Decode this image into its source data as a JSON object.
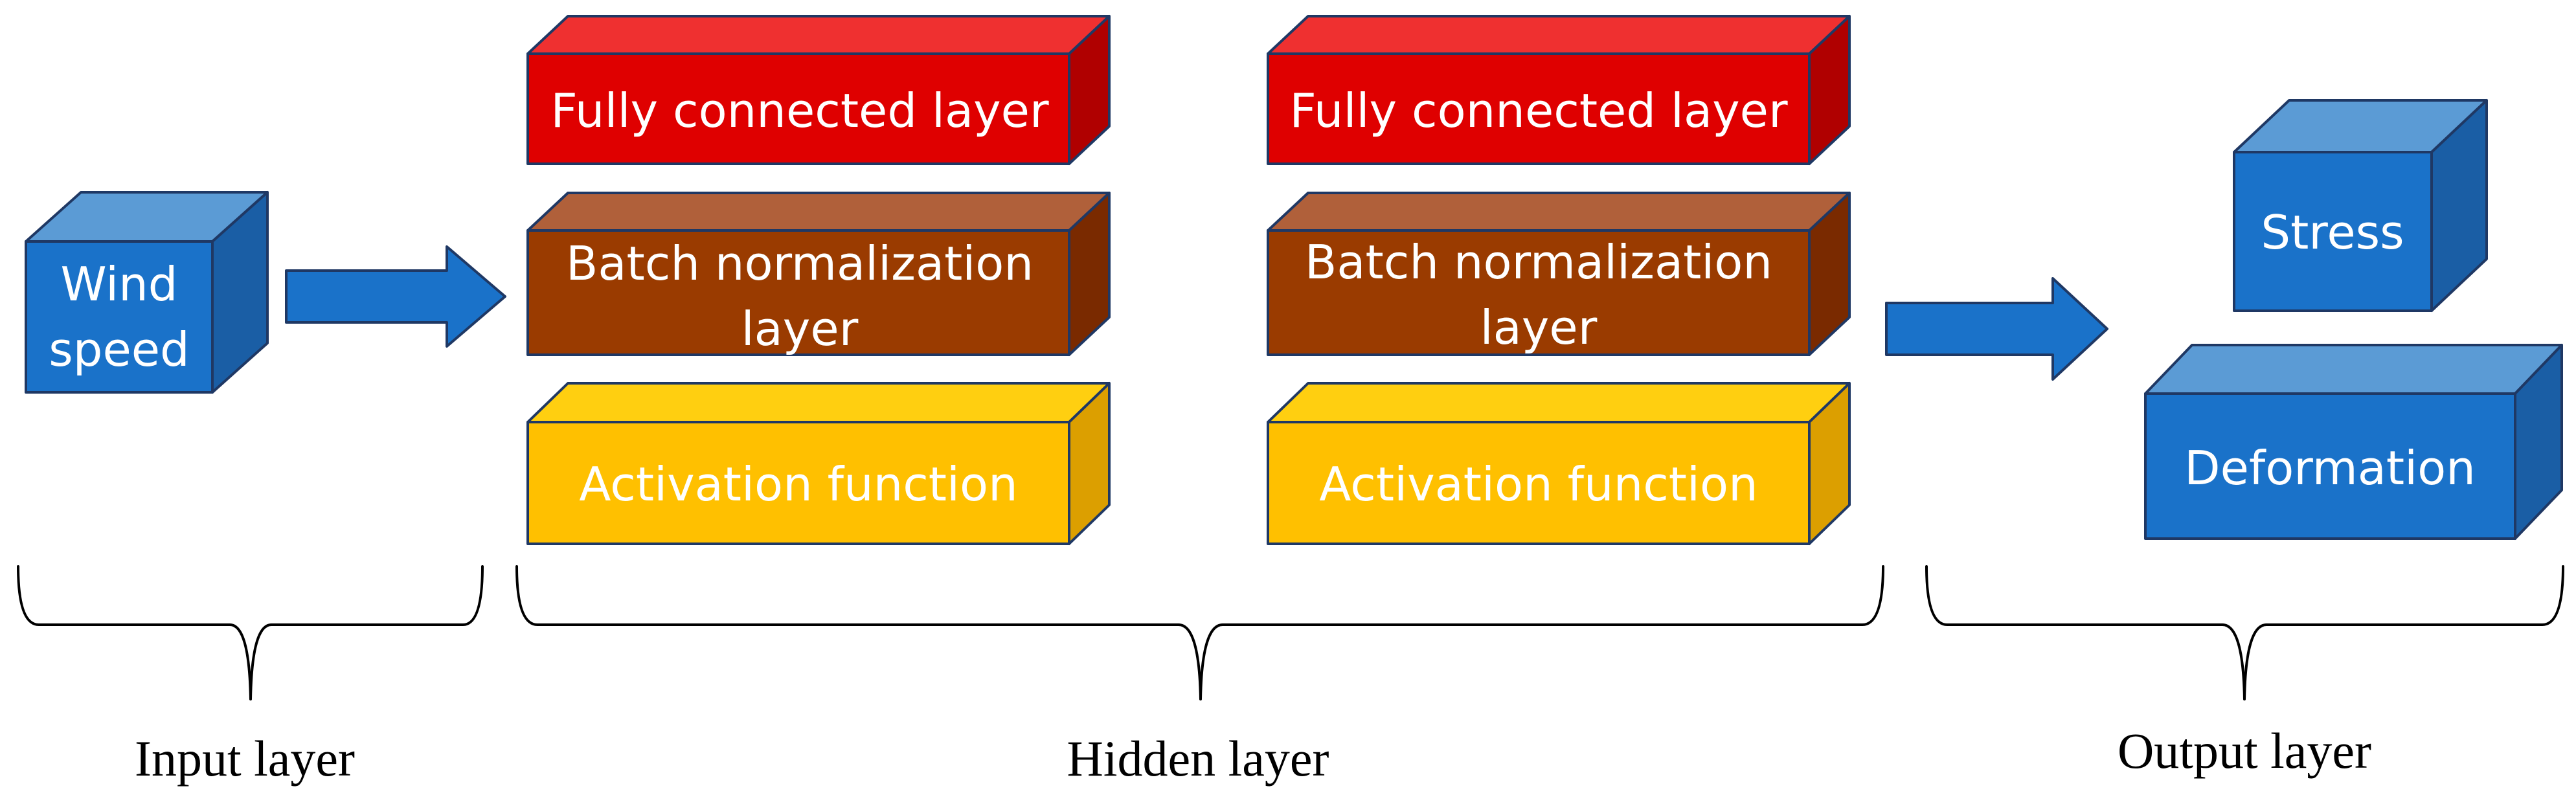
{
  "input": {
    "wind_speed": {
      "line1": "Wind",
      "line2": "speed"
    }
  },
  "hidden": {
    "blocks": [
      {
        "fully_connected": "Fully connected layer",
        "batch_norm": {
          "line1": "Batch normalization",
          "line2": "layer"
        },
        "activation": "Activation function"
      },
      {
        "fully_connected": "Fully connected layer",
        "batch_norm": {
          "line1": "Batch normalization",
          "line2": "layer"
        },
        "activation": "Activation function"
      }
    ]
  },
  "output": {
    "stress": "Stress",
    "deformation": "Deformation"
  },
  "groups": {
    "input_label": "Input layer",
    "hidden_label": "Hidden layer",
    "output_label": "Output layer"
  },
  "colors": {
    "blue_front": "#1a72c9",
    "red_front": "#df0000",
    "brown_front": "#9a3b00",
    "yellow_front": "#ffc000"
  }
}
